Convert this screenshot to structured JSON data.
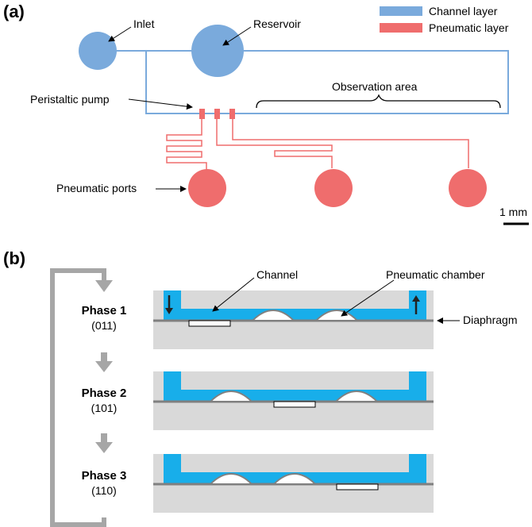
{
  "panel_a": {
    "tag": "(a)",
    "legend": [
      {
        "label": "Channel layer",
        "color": "#7aaadc"
      },
      {
        "label": "Pneumatic layer",
        "color": "#ef6d6d"
      }
    ],
    "labels": {
      "inlet": "Inlet",
      "reservoir": "Reservoir",
      "peristaltic_pump": "Peristaltic pump",
      "observation_area": "Observation area",
      "pneumatic_ports": "Pneumatic ports",
      "scale_bar": "1 mm"
    }
  },
  "panel_b": {
    "tag": "(b)",
    "labels": {
      "channel": "Channel",
      "pneumatic_chamber": "Pneumatic chamber",
      "diaphragm": "Diaphragm"
    },
    "phases": [
      {
        "name": "Phase 1",
        "code": "(011)"
      },
      {
        "name": "Phase 2",
        "code": "(101)"
      },
      {
        "name": "Phase 3",
        "code": "(110)"
      }
    ],
    "colors": {
      "fluid": "#18aeea",
      "substrate": "#d9d9d9",
      "membrane": "#808080",
      "arrow": "#a6a6a6"
    }
  }
}
